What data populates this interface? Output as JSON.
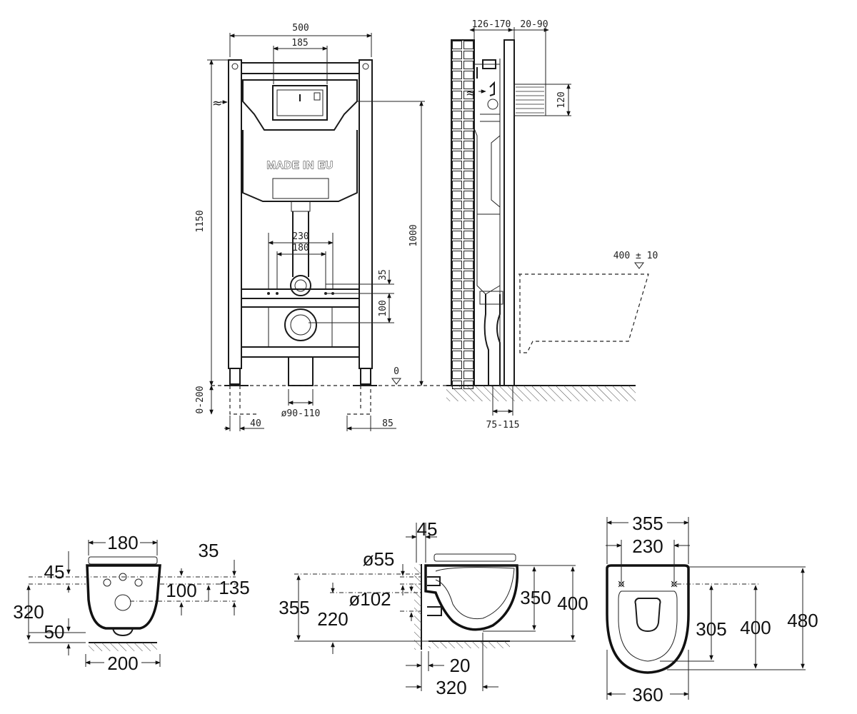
{
  "frame_front": {
    "width": "500",
    "flush_width": "185",
    "total_height": "1150",
    "tank_height": "1000",
    "stud_outer": "230",
    "stud_inner": "180",
    "dim_35": "35",
    "dim_100": "100",
    "leg_range": "0-200",
    "leg_40": "40",
    "leg_85": "85",
    "drain_diam": "ø90-110",
    "floor_zero": "0",
    "brand_text": "MADE IN EU",
    "water_symbol": "≈"
  },
  "frame_side": {
    "wall_range": "126-170",
    "depth_range": "20-90",
    "plate_height": "120",
    "pan_height": "400 ± 10",
    "bottom_range": "75-115",
    "water_symbol": "≈"
  },
  "bowl_front": {
    "width_top": "180",
    "width_bottom": "200",
    "dim_45": "45",
    "dim_35": "35",
    "dim_100": "100",
    "dim_135": "135",
    "dim_320": "320",
    "dim_50": "50"
  },
  "bowl_side": {
    "dim_45": "45",
    "diam_55": "ø55",
    "diam_102": "ø102",
    "dim_355": "355",
    "dim_220": "220",
    "dim_350": "350",
    "dim_400": "400",
    "dim_20": "20",
    "dim_320": "320"
  },
  "bowl_top": {
    "width_outer": "355",
    "width_inner": "230",
    "dim_305": "305",
    "dim_400": "400",
    "dim_480": "480",
    "width_bottom": "360"
  }
}
